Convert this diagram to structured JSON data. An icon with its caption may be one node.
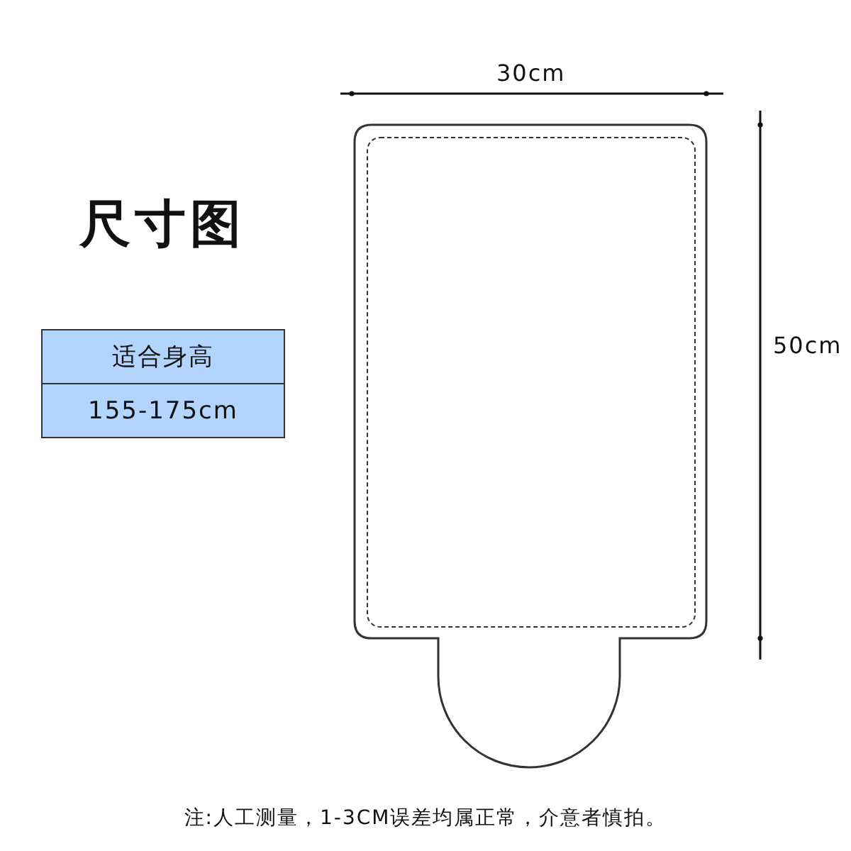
{
  "diagram": {
    "title": "尺寸图",
    "labels": [
      "30cm",
      "50cm",
      "适合身高",
      "155-175cm",
      "注:人工测量，1-3CM误差均属正常，介意者慎拍。"
    ]
  }
}
